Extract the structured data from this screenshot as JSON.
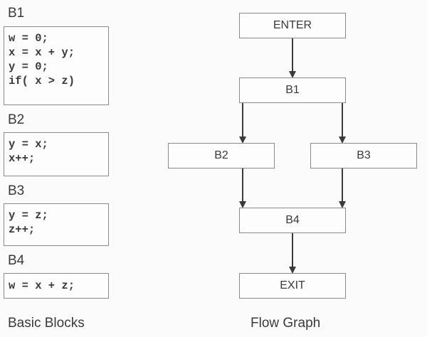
{
  "basic_blocks": {
    "caption": "Basic Blocks",
    "blocks": [
      {
        "label": "B1",
        "lines": [
          "w = 0;",
          "x = x + y;",
          "y = 0;",
          "if( x > z)"
        ]
      },
      {
        "label": "B2",
        "lines": [
          "y = x;",
          "x++;"
        ]
      },
      {
        "label": "B3",
        "lines": [
          "y = z;",
          "z++;"
        ]
      },
      {
        "label": "B4",
        "lines": [
          "w = x + z;"
        ]
      }
    ]
  },
  "flow_graph": {
    "caption": "Flow Graph",
    "nodes": [
      {
        "id": "enter",
        "label": "ENTER"
      },
      {
        "id": "b1",
        "label": "B1"
      },
      {
        "id": "b2",
        "label": "B2"
      },
      {
        "id": "b3",
        "label": "B3"
      },
      {
        "id": "b4",
        "label": "B4"
      },
      {
        "id": "exit",
        "label": "EXIT"
      }
    ],
    "edges": [
      {
        "from": "enter",
        "to": "b1"
      },
      {
        "from": "b1",
        "to": "b2"
      },
      {
        "from": "b1",
        "to": "b3"
      },
      {
        "from": "b2",
        "to": "b4"
      },
      {
        "from": "b3",
        "to": "b4"
      },
      {
        "from": "b4",
        "to": "exit"
      }
    ]
  }
}
